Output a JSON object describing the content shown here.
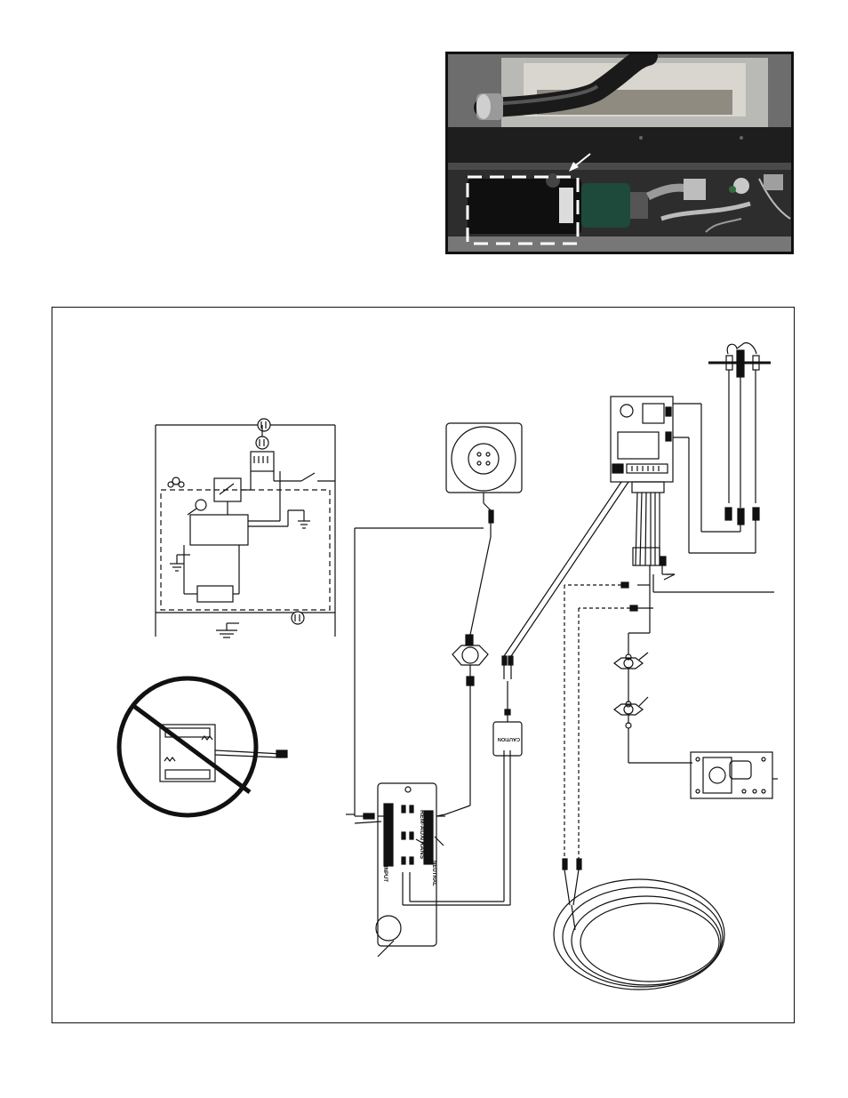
{
  "photo": {
    "title": "",
    "highlight_color": "#ffffff"
  },
  "diagram": {
    "module_labels": {
      "left_column": "INPUT",
      "upper": "REM-AUX",
      "middle": "TRANS",
      "right_column": "NEUTRAL"
    },
    "transformer_label": "CAUTION"
  },
  "colors": {
    "line": "#111111",
    "photo_bg": "#2b2b2b",
    "paper": "#ffffff"
  }
}
